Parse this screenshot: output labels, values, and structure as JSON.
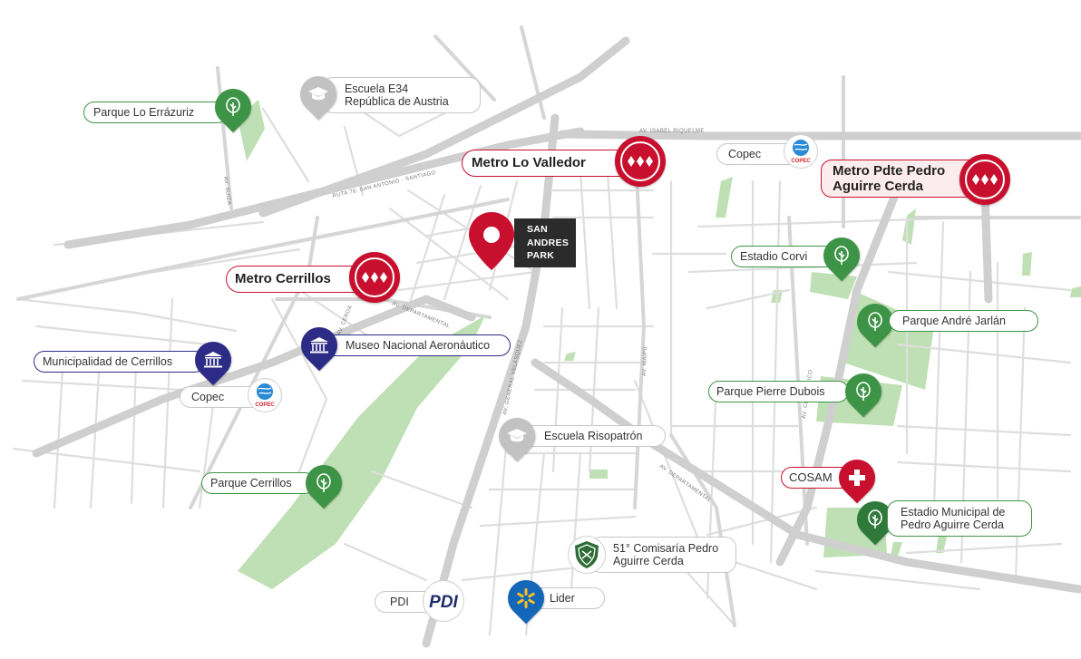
{
  "map": {
    "colors": {
      "park_green": "#3d9446",
      "metro_red": "#c8102e",
      "institution_blue": "#2c2c86",
      "school_gray": "#c2c2c2",
      "park_area": "#bfe0b4",
      "road": "#d6d6d6"
    },
    "project": {
      "lines": [
        "SAN",
        "ANDRES",
        "PARK"
      ],
      "icon": "location-pin-icon"
    },
    "streets": {
      "isabel_riquelme": "AV. ISABEL RIQUELME",
      "ruta78": "RUTA 78, SAN ANTONIO - SANTIAGO",
      "suiza": "AV. SUIZA",
      "departamental_w": "AV. DEPARTAMENTAL",
      "cerda": "AV. CERDA",
      "general_velasquez": "AV. GENERAL VELÁSQUEZ",
      "maipu": "AV. MAIPÚ",
      "departamental_e": "AV. DEPARTAMENTAL",
      "club": "AV. CLUB HÍPICO"
    },
    "metro_stations": [
      {
        "name": "Metro Lo Valledor",
        "icon": "metro-icon"
      },
      {
        "name_line1": "Metro Pdte Pedro",
        "name_line2": "Aguirre Cerda",
        "icon": "metro-icon"
      },
      {
        "name": "Metro Cerrillos",
        "icon": "metro-icon"
      }
    ],
    "parks": [
      {
        "name": "Parque Lo Errázuriz",
        "icon": "tree-icon"
      },
      {
        "name": "Estadio Corvi",
        "icon": "tree-icon"
      },
      {
        "name": "Parque André Jarlán",
        "icon": "tree-icon"
      },
      {
        "name": "Parque Pierre Dubois",
        "icon": "tree-icon"
      },
      {
        "name": "Parque Cerrillos",
        "icon": "tree-icon"
      },
      {
        "name_line1": "Estadio Municipal de",
        "name_line2": "Pedro Aguirre Cerda",
        "icon": "tree-icon"
      }
    ],
    "schools": [
      {
        "name_line1": "Escuela E34",
        "name_line2": "República de Austria",
        "icon": "graduation-cap-icon"
      },
      {
        "name": "Escuela Risopatrón",
        "icon": "graduation-cap-icon"
      }
    ],
    "institutions": [
      {
        "name": "Municipalidad de Cerrillos",
        "icon": "building-columns-icon"
      },
      {
        "name": "Museo Nacional Aeronáutico",
        "icon": "building-columns-icon"
      }
    ],
    "fuel": [
      {
        "name": "Copec",
        "logo_text": "COPEC",
        "icon": "copec-globe-icon"
      },
      {
        "name": "Copec",
        "logo_text": "COPEC",
        "icon": "copec-globe-icon"
      }
    ],
    "health": {
      "name": "COSAM",
      "icon": "medical-cross-icon"
    },
    "police": {
      "name_line1": "51° Comisaría Pedro",
      "name_line2": "Aguirre Cerda",
      "icon": "police-badge-icon"
    },
    "pdi": {
      "name": "PDI",
      "logo_text": "PDI",
      "icon": "pdi-logo-icon"
    },
    "supermarket": {
      "name": "Lider",
      "icon": "walmart-spark-icon"
    }
  }
}
